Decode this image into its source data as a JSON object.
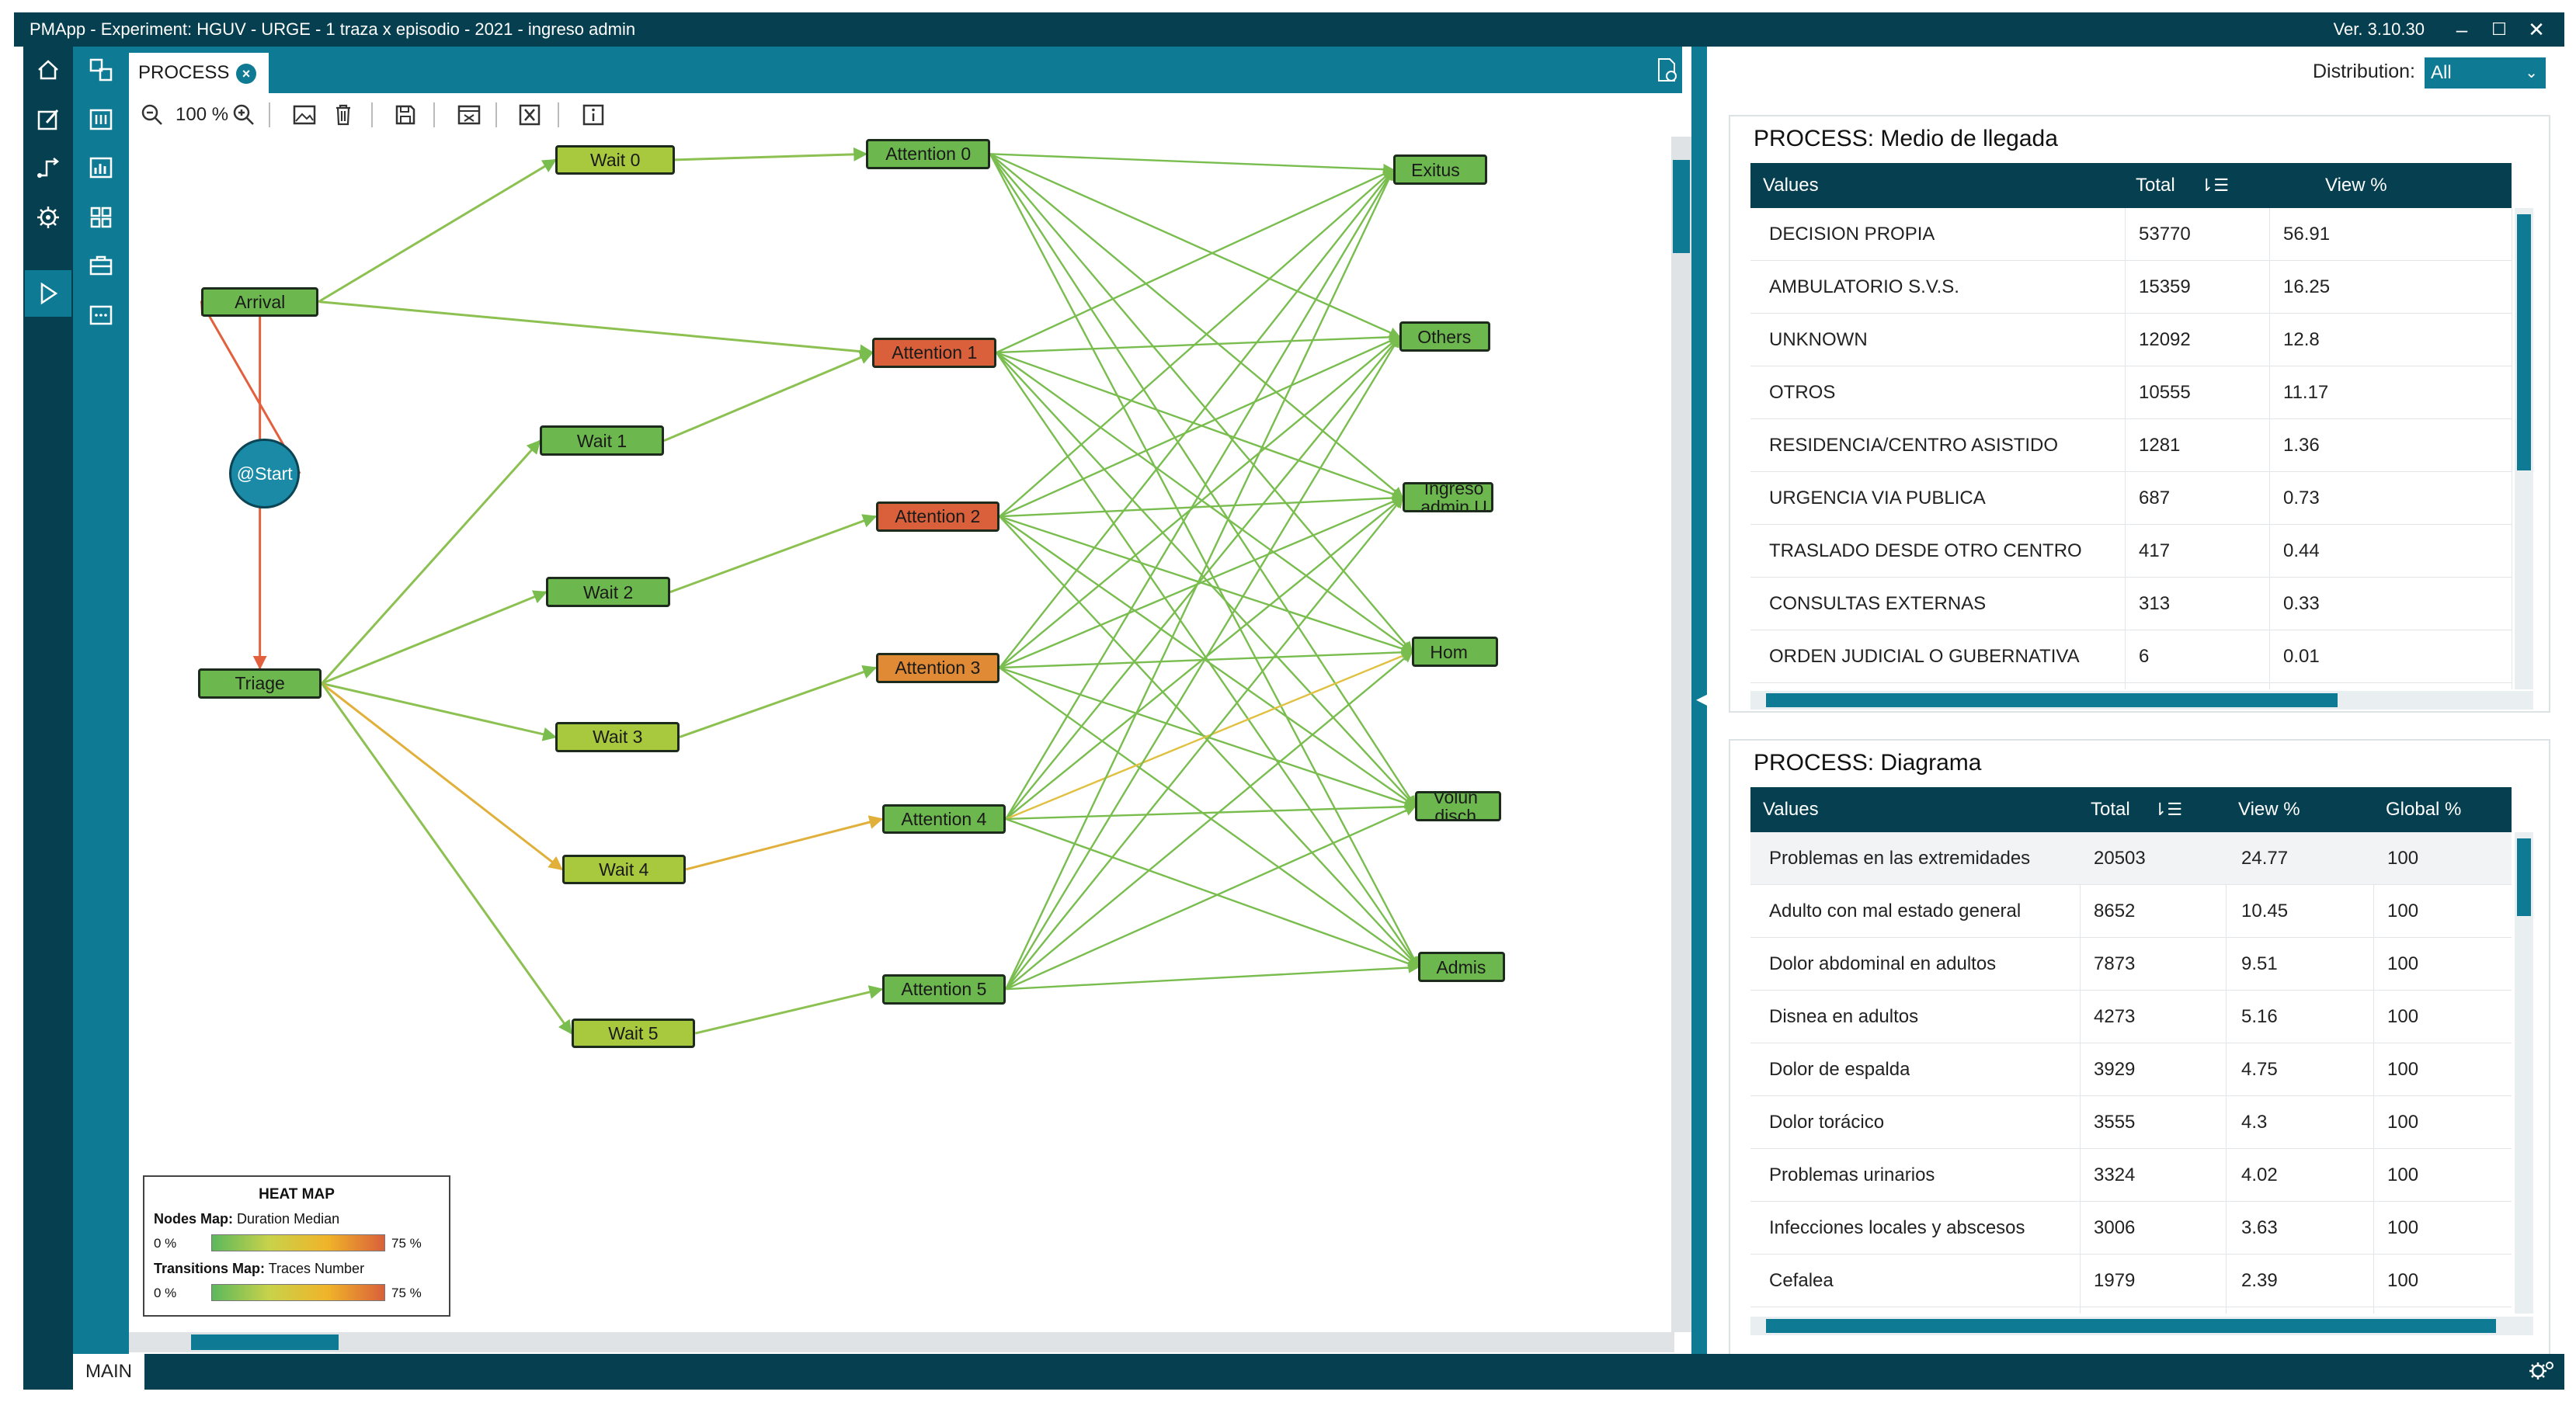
{
  "window": {
    "title": "PMApp  -  Experiment: HGUV - URGE - 1 traza x episodio - 2021 - ingreso admin",
    "version": "Ver. 3.10.30",
    "min_glyph": "–",
    "max_glyph": "☐",
    "close_glyph": "✕"
  },
  "tab": {
    "label": "PROCESS",
    "close_glyph": "×"
  },
  "toolbar": {
    "zoom": "100 %"
  },
  "graph": {
    "nodes": [
      {
        "id": "start",
        "label": "@Start",
        "color": "#1a8aa6"
      },
      {
        "id": "arrival",
        "label": "Arrival",
        "color": "#6cb84e"
      },
      {
        "id": "triage",
        "label": "Triage",
        "color": "#6cb84e"
      },
      {
        "id": "wait0",
        "label": "Wait 0",
        "color": "#a8c83e"
      },
      {
        "id": "wait1",
        "label": "Wait 1",
        "color": "#6cb84e"
      },
      {
        "id": "wait2",
        "label": "Wait 2",
        "color": "#6cb84e"
      },
      {
        "id": "wait3",
        "label": "Wait 3",
        "color": "#a8c83e"
      },
      {
        "id": "wait4",
        "label": "Wait 4",
        "color": "#a8c83e"
      },
      {
        "id": "wait5",
        "label": "Wait 5",
        "color": "#a8c83e"
      },
      {
        "id": "att0",
        "label": "Attention 0",
        "color": "#6cb84e"
      },
      {
        "id": "att1",
        "label": "Attention 1",
        "color": "#d9603b"
      },
      {
        "id": "att2",
        "label": "Attention 2",
        "color": "#d9603b"
      },
      {
        "id": "att3",
        "label": "Attention 3",
        "color": "#e08a36"
      },
      {
        "id": "att4",
        "label": "Attention 4",
        "color": "#6cb84e"
      },
      {
        "id": "att5",
        "label": "Attention 5",
        "color": "#6cb84e"
      },
      {
        "id": "exitus",
        "label": "Exitus",
        "color": "#6cb84e"
      },
      {
        "id": "others",
        "label": "Others",
        "color": "#6cb84e"
      },
      {
        "id": "ingreso",
        "label": "Ingreso\nadmin U",
        "color": "#6cb84e"
      },
      {
        "id": "home",
        "label": "Hom",
        "color": "#6cb84e"
      },
      {
        "id": "voluntary",
        "label": "Volun\ndisch",
        "color": "#6cb84e"
      },
      {
        "id": "admis",
        "label": "Admis",
        "color": "#6cb84e"
      }
    ],
    "edges": [
      {
        "from": "start",
        "to": "arrival",
        "color": "#e2603d"
      },
      {
        "from": "arrival",
        "to": "triage",
        "color": "#e2603d"
      },
      {
        "from": "arrival",
        "to": "wait0",
        "color": "#8cc152"
      },
      {
        "from": "arrival",
        "to": "att1",
        "color": "#8cc152"
      },
      {
        "from": "triage",
        "to": "wait1",
        "color": "#8cc152"
      },
      {
        "from": "triage",
        "to": "wait2",
        "color": "#8cc152"
      },
      {
        "from": "triage",
        "to": "wait3",
        "color": "#8cc152"
      },
      {
        "from": "triage",
        "to": "wait4",
        "color": "#e0b03a"
      },
      {
        "from": "triage",
        "to": "wait5",
        "color": "#8cc152"
      },
      {
        "from": "wait0",
        "to": "att0",
        "color": "#8cc152"
      },
      {
        "from": "wait1",
        "to": "att1",
        "color": "#8cc152"
      },
      {
        "from": "wait2",
        "to": "att2",
        "color": "#8cc152"
      },
      {
        "from": "wait3",
        "to": "att3",
        "color": "#8cc152"
      },
      {
        "from": "wait4",
        "to": "att4",
        "color": "#e0b03a"
      },
      {
        "from": "wait5",
        "to": "att5",
        "color": "#8cc152"
      }
    ],
    "fanout_color": "#79bd4f",
    "fanout_alt_color": "#e0c040"
  },
  "heatmap": {
    "title": "HEAT MAP",
    "nodes_label": "Nodes Map:",
    "nodes_metric": "Duration Median",
    "transitions_label": "Transitions Map:",
    "transitions_metric": "Traces Number",
    "min_pct": "0 %",
    "max_pct": "75 %"
  },
  "right": {
    "distribution_label": "Distribution:",
    "distribution_value": "All",
    "card1": {
      "title": "PROCESS: Medio de llegada",
      "columns": [
        "Values",
        "Total",
        "View %"
      ],
      "rows": [
        [
          "DECISION PROPIA",
          "53770",
          "56.91"
        ],
        [
          "AMBULATORIO S.V.S.",
          "15359",
          "16.25"
        ],
        [
          "UNKNOWN",
          "12092",
          "12.8"
        ],
        [
          "OTROS",
          "10555",
          "11.17"
        ],
        [
          "RESIDENCIA/CENTRO ASISTIDO",
          "1281",
          "1.36"
        ],
        [
          "URGENCIA VIA PUBLICA",
          "687",
          "0.73"
        ],
        [
          "TRASLADO DESDE OTRO CENTRO",
          "417",
          "0.44"
        ],
        [
          "CONSULTAS EXTERNAS",
          "313",
          "0.33"
        ],
        [
          "ORDEN JUDICIAL O GUBERNATIVA",
          "6",
          "0.01"
        ]
      ]
    },
    "card2": {
      "title": "PROCESS: Diagrama",
      "columns": [
        "Values",
        "Total",
        "View %",
        "Global %"
      ],
      "rows": [
        [
          "Problemas en las extremidades",
          "20503",
          "24.77",
          "100"
        ],
        [
          "Adulto con mal estado general",
          "8652",
          "10.45",
          "100"
        ],
        [
          "Dolor abdominal en adultos",
          "7873",
          "9.51",
          "100"
        ],
        [
          "Disnea en adultos",
          "4273",
          "5.16",
          "100"
        ],
        [
          "Dolor de espalda",
          "3929",
          "4.75",
          "100"
        ],
        [
          "Dolor torácico",
          "3555",
          "4.3",
          "100"
        ],
        [
          "Problemas urinarios",
          "3324",
          "4.02",
          "100"
        ],
        [
          "Infecciones locales y abscesos",
          "3006",
          "3.63",
          "100"
        ],
        [
          "Cefalea",
          "1979",
          "2.39",
          "100"
        ]
      ]
    }
  },
  "status": {
    "main_tab": "MAIN"
  }
}
